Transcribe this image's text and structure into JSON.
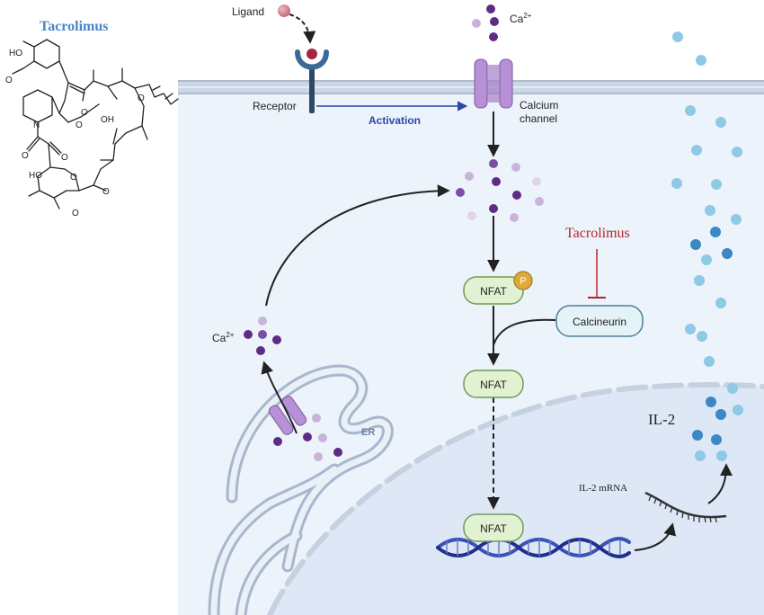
{
  "drug": {
    "name": "Tacrolimus",
    "color": "#4a86c5"
  },
  "structure": {
    "ho_top": "HO",
    "ome_top": "O",
    "ring_o1": "O",
    "oh_mid": "OH",
    "ketone_o": "O",
    "n_atom": "N",
    "ester_o": "O",
    "carbonyl_o1": "O",
    "carbonyl_o2": "O",
    "ho_bottom": "HO",
    "ring_o2": "O",
    "ome_mid": "O",
    "ome_bottom": "O"
  },
  "labels": {
    "ligand": "Ligand",
    "receptor": "Receptor",
    "activation": "Activation",
    "calcium_ion": "Ca",
    "calcium_ion_sup": "2+",
    "calcium_channel": [
      "Calcium",
      "channel"
    ],
    "nfat": "NFAT",
    "phosphate": "P",
    "calcineurin": "Calcineurin",
    "tacrolimus_inhibitor": "Tacrolimus",
    "er": "ER",
    "ca_left": "Ca",
    "ca_left_sup": "2+",
    "il2": "IL-2",
    "il2_mrna": "IL-2 mRNA"
  },
  "colors": {
    "cytoplasm": "#edf3fb",
    "nucleus": "#dde7f5",
    "membrane": "#b8c7db",
    "activation_arrow": "#2a46a8",
    "inhibitor": "#b3262a",
    "nfat_fill": "#e1f2d2",
    "nfat_stroke": "#6f9a56",
    "calcineurin_fill": "#e4f3f8",
    "calcineurin_stroke": "#4d7f96",
    "calcium_dark": "#5e2c84",
    "calcium_light": "#c8b4d8",
    "channel": "#b890d6",
    "il2_light": "#8ec9e6",
    "il2_dark": "#3a88c4",
    "dna": "#2e3fa0"
  },
  "icons": [
    "receptor-icon",
    "calcium-channel-icon",
    "er-channel-icon",
    "dna-helix-icon",
    "mrna-icon",
    "phosphate-icon"
  ]
}
